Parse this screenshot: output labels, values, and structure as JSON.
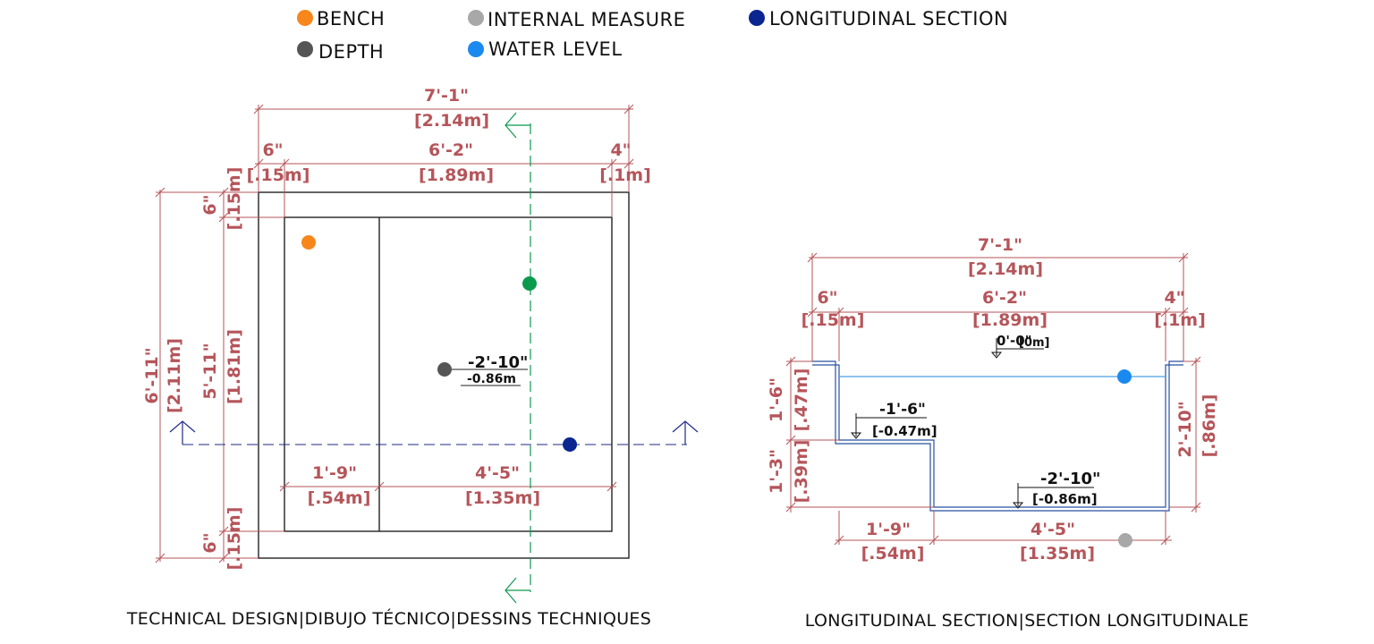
{
  "legend": {
    "bench": {
      "label": "BENCH",
      "color": "#f7861b"
    },
    "depth": {
      "label": "DEPTH",
      "color": "#555555"
    },
    "internal_measure": {
      "label": "INTERNAL MEASURE",
      "color": "#a8a8a8"
    },
    "water_level": {
      "label": "WATER LEVEL",
      "color": "#1b8af0"
    },
    "longitudinal_section": {
      "label": "LONGITUDINAL SECTION",
      "color": "#0b2690"
    },
    "section_marker_color": "#0a9a4e"
  },
  "plan": {
    "caption": "TECHNICAL DESIGN|DIBUJO TÉCNICO|DESSINS TECHNIQUES",
    "overall_width": {
      "imperial": "7'-1\"",
      "metric": "[2.14m]"
    },
    "left_wall": {
      "imperial": "6\"",
      "metric": "[.15m]"
    },
    "inner_width": {
      "imperial": "6'-2\"",
      "metric": "[1.89m]"
    },
    "right_wall": {
      "imperial": "4\"",
      "metric": "[.1m]"
    },
    "overall_height": {
      "imperial": "6'-11\"",
      "metric": "[2.11m]"
    },
    "inner_height": {
      "imperial": "5'-11\"",
      "metric": "[1.81m]"
    },
    "top_wall": {
      "imperial": "6\"",
      "metric": "[.15m]"
    },
    "bottom_wall": {
      "imperial": "6\"",
      "metric": "[.15m]"
    },
    "bench_width": {
      "imperial": "1'-9\"",
      "metric": "[.54m]"
    },
    "deep_width": {
      "imperial": "4'-5\"",
      "metric": "[1.35m]"
    },
    "depth_level": {
      "imperial": "-2'-10\"",
      "metric": "-0.86m"
    }
  },
  "section": {
    "caption": "LONGITUDINAL SECTION|SECTION LONGITUDINALE",
    "overall_width": {
      "imperial": "7'-1\"",
      "metric": "[2.14m]"
    },
    "left_wall": {
      "imperial": "6\"",
      "metric": "[.15m]"
    },
    "inner_width": {
      "imperial": "6'-2\"",
      "metric": "[1.89m]"
    },
    "right_wall": {
      "imperial": "4\"",
      "metric": "[.1m]"
    },
    "top_level": {
      "imperial": "0'-0\"",
      "metric": "[0m]"
    },
    "bench_level": {
      "imperial": "-1'-6\"",
      "metric": "[-0.47m]"
    },
    "deep_level": {
      "imperial": "-2'-10\"",
      "metric": "[-0.86m]"
    },
    "bench_height": {
      "imperial": "1'-6\"",
      "metric": "[.47m]"
    },
    "step_height": {
      "imperial": "1'-3\"",
      "metric": "[.39m]"
    },
    "total_depth": {
      "imperial": "2'-10\"",
      "metric": "[.86m]"
    },
    "bench_width": {
      "imperial": "1'-9\"",
      "metric": "[.54m]"
    },
    "deep_width": {
      "imperial": "4'-5\"",
      "metric": "[1.35m]"
    }
  }
}
